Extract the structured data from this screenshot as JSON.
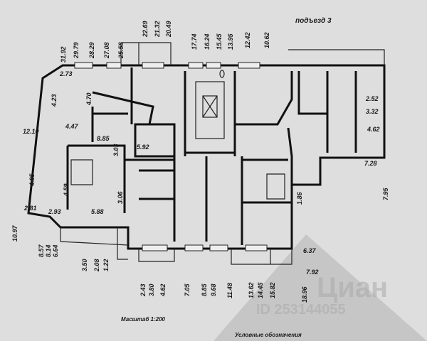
{
  "header": {
    "entrance": "подъезд 3"
  },
  "footer": {
    "scale": "Масштаб 1:200",
    "legend": "Условные обозначения"
  },
  "watermark": {
    "brand": "Циан",
    "id": "ID 253144055"
  },
  "dims": {
    "top": [
      "31.92",
      "29.79",
      "28.29",
      "27.08",
      "25.58",
      "22.69",
      "21.32",
      "20.49",
      "17.74",
      "16.24",
      "15.45",
      "13.95",
      "12.42",
      "10.62"
    ],
    "right": [
      "2.52",
      "3.32",
      "4.62",
      "7.28",
      "7.95",
      "6.37",
      "7.92"
    ],
    "left": [
      "12.10",
      "10.97",
      "8.57",
      "8.14",
      "6.64",
      "3.50",
      "2.08",
      "1.22"
    ],
    "bottom": [
      "2.43",
      "3.80",
      "4.62",
      "7.05",
      "8.85",
      "9.68",
      "11.48",
      "13.62",
      "14.45",
      "15.82",
      "18.96"
    ],
    "interior": [
      "2.73",
      "4.23",
      "4.70",
      "4.47",
      "8.85",
      "3.03",
      "5.92",
      "4.85",
      "4.59",
      "3.06",
      "1.86",
      "2.81",
      "2.93",
      "5.88"
    ]
  }
}
